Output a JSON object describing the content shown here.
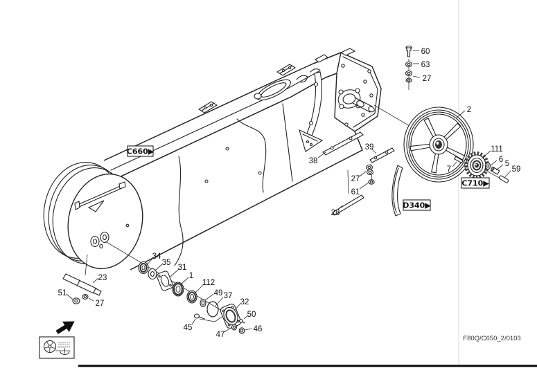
{
  "drawing": {
    "doc_code": "F80Q/C650_2/0103",
    "boxed_refs": [
      {
        "id": "C660",
        "label": "C660▶"
      },
      {
        "id": "C710",
        "label": "C710▶"
      },
      {
        "id": "D340",
        "label": "D340▶"
      }
    ],
    "part_labels": [
      {
        "text": "60"
      },
      {
        "text": "63"
      },
      {
        "text": "27"
      },
      {
        "text": "2"
      },
      {
        "text": "7"
      },
      {
        "text": "111"
      },
      {
        "text": "6"
      },
      {
        "text": "5"
      },
      {
        "text": "59"
      },
      {
        "text": "38"
      },
      {
        "text": "39"
      },
      {
        "text": "27"
      },
      {
        "text": "61"
      },
      {
        "text": "28"
      },
      {
        "text": "23"
      },
      {
        "text": "51"
      },
      {
        "text": "27"
      },
      {
        "text": "34"
      },
      {
        "text": "35"
      },
      {
        "text": "31"
      },
      {
        "text": "1"
      },
      {
        "text": "112"
      },
      {
        "text": "49"
      },
      {
        "text": "37"
      },
      {
        "text": "32"
      },
      {
        "text": "50"
      },
      {
        "text": "45"
      },
      {
        "text": "47"
      },
      {
        "text": "46"
      }
    ],
    "icons": {
      "direction_arrow": "northeast-arrow",
      "location_schematic": "combine-feeder-schematic"
    }
  }
}
